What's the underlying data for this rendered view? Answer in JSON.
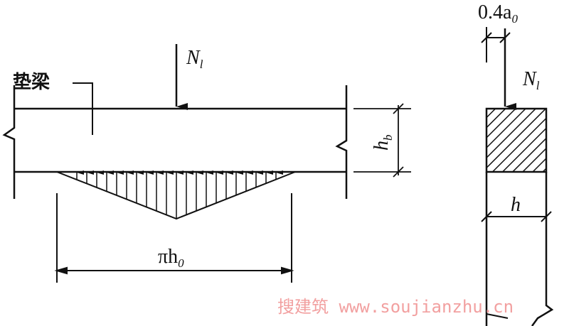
{
  "labels": {
    "pad_beam": "垫梁",
    "load_left": "N",
    "load_left_sub": "l",
    "load_right": "N",
    "load_right_sub": "l",
    "beam_height": "h",
    "beam_height_sub": "b",
    "span": "πh",
    "span_sub": "0",
    "offset": "0.4a",
    "offset_sub": "0",
    "wall_width": "h"
  },
  "watermark": "搜建筑 www.soujianzhu.cn"
}
